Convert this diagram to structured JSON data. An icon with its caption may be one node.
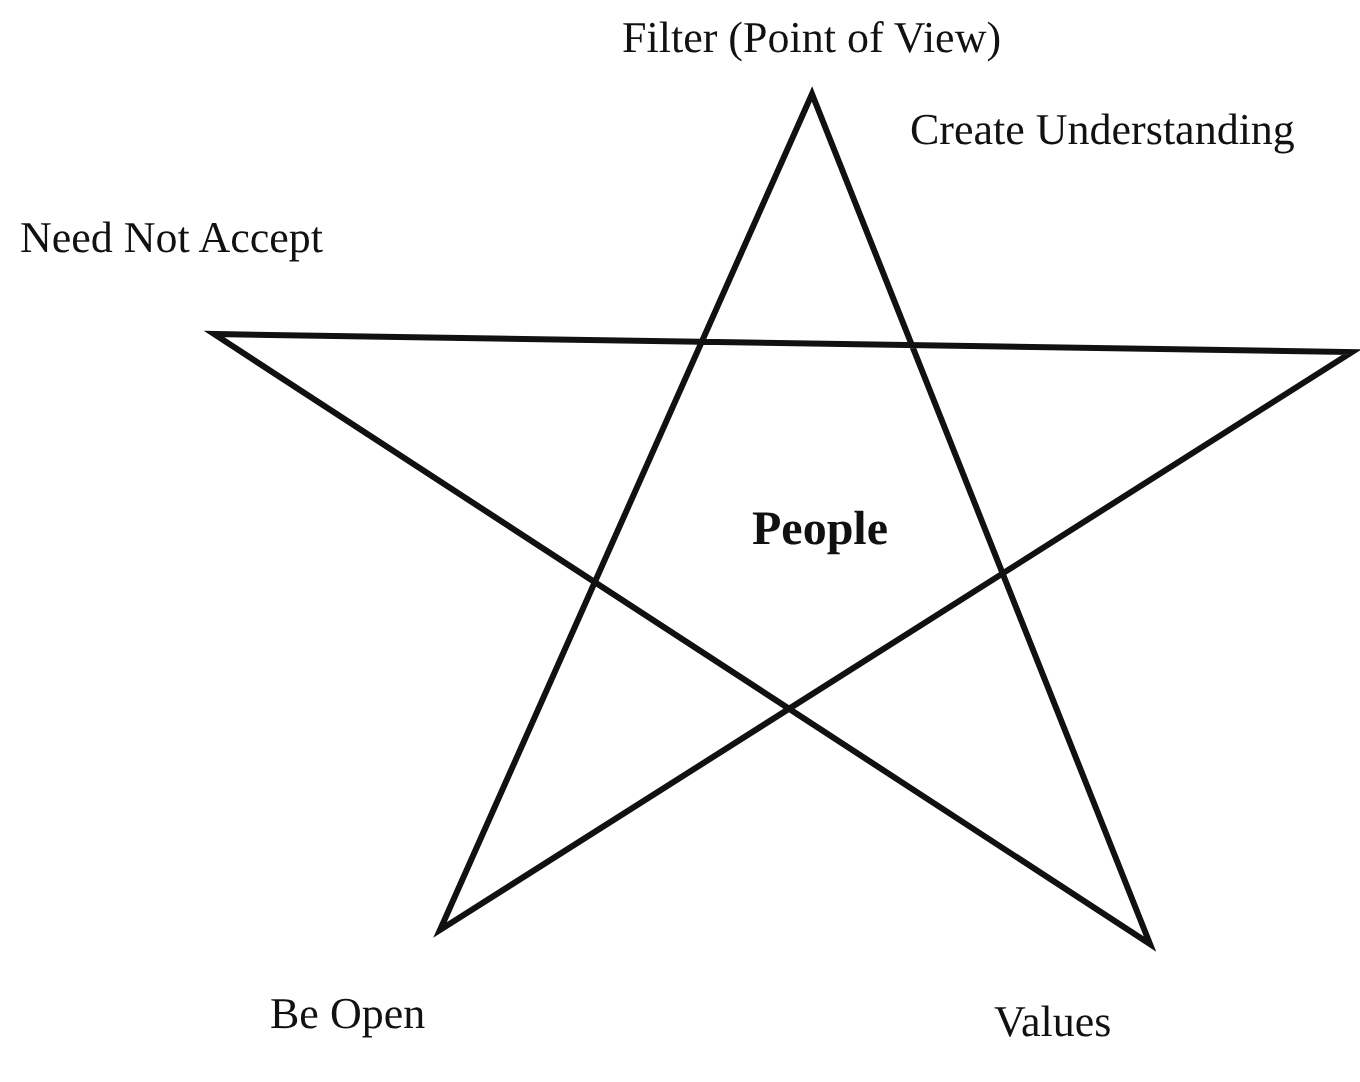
{
  "diagram": {
    "labels": [
      "Filter (Point of View)",
      "Create Understanding",
      "Need Not Accept",
      "People",
      "Be Open",
      "Values"
    ]
  }
}
